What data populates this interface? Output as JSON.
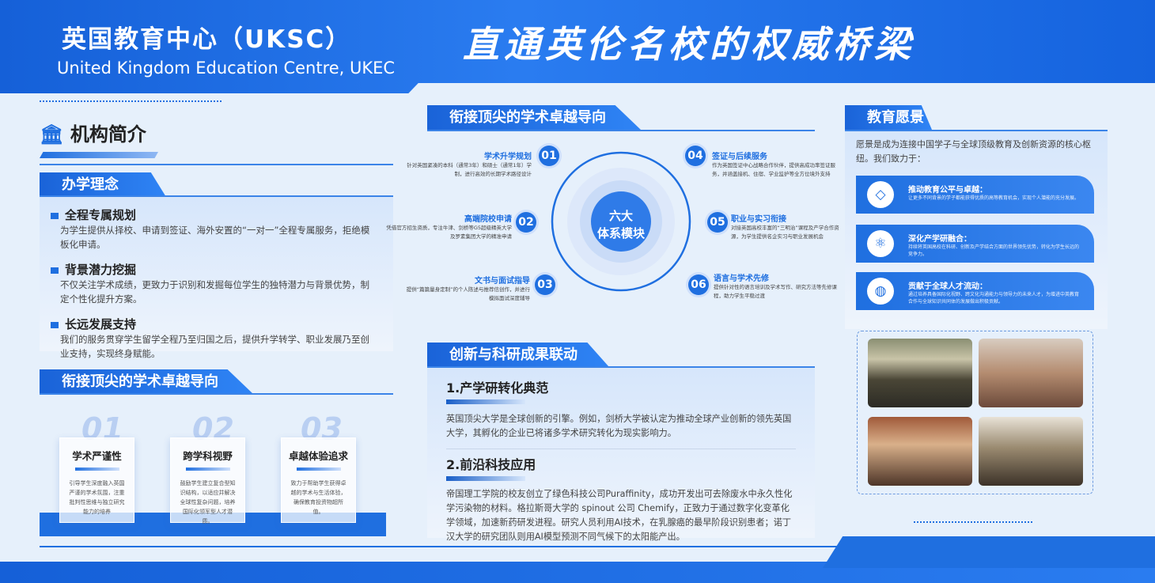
{
  "header": {
    "title": "英国教育中心（UKSC）",
    "subtitle": "United Kingdom Education Centre, UKEC",
    "slogan": "直通英伦名校的权威桥梁"
  },
  "left": {
    "section_title": "机构简介",
    "philosophy": {
      "heading": "办学理念",
      "items": [
        {
          "title": "全程专属规划",
          "desc": "为学生提供从择校、申请到签证、海外安置的“一对一”全程专属服务，拒绝模板化申请。"
        },
        {
          "title": "背景潜力挖掘",
          "desc": "不仅关注学术成绩，更致力于识别和发掘每位学生的独特潜力与背景优势，制定个性化提升方案。"
        },
        {
          "title": "长远发展支持",
          "desc": "我们的服务贯穿学生留学全程乃至归国之后，提供升学转学、职业发展乃至创业支持，实现终身赋能。"
        }
      ]
    },
    "excellence": {
      "heading": "衔接顶尖的学术卓越导向",
      "cards": [
        {
          "num": "01",
          "title": "学术严谨性",
          "desc": "引导学生深度融入英国严谨的学术氛围，注重批判性思维与独立研究能力的培养"
        },
        {
          "num": "02",
          "title": "跨学科视野",
          "desc": "鼓励学生建立复合型知识结构，以适应并解决全球性复杂问题，培养国际化领军型人才潜质。"
        },
        {
          "num": "03",
          "title": "卓越体验追求",
          "desc": "致力于帮助学生获得卓越的学术与生活体验，确保教育投资物超所值。"
        }
      ]
    }
  },
  "middle": {
    "heading": "衔接顶尖的学术卓越导向",
    "center": {
      "line1": "六大",
      "line2": "体系模块"
    },
    "modules": [
      {
        "num": "01",
        "title": "学术升学规划",
        "desc": "针对英国紧凑的本科（通常3年）和硕士（通常1年）学制，进行高效的长期学术路径设计"
      },
      {
        "num": "02",
        "title": "高端院校申请",
        "desc": "凭借官方招生资质，专注牛津、剑桥等G5超级精英大学及罗素集团大学的精准申请"
      },
      {
        "num": "03",
        "title": "文书与面试指导",
        "desc": "提供“篇篇量身定制”的个人陈述与推荐信创作，并进行模拟面试深度辅导"
      },
      {
        "num": "04",
        "title": "签证与后续服务",
        "desc": "作为英国签证中心战略合作伙伴，提供高成功率签证服务，并涵盖接机、住宿、学业监护等全方位境外支持"
      },
      {
        "num": "05",
        "title": "职业与实习衔接",
        "desc": "对接英国高校丰富的“三明治”课程及产学合作资源，为学生提供名企实习与职业发展机会"
      },
      {
        "num": "06",
        "title": "语言与学术先修",
        "desc": "提供针对性的语言培训及学术写作、研究方法等先修课程，助力学生平稳过渡"
      }
    ],
    "innovation": {
      "heading": "创新与科研成果联动",
      "sections": [
        {
          "title": "1.产学研转化典范",
          "desc": "英国顶尖大学是全球创新的引擎。例如，剑桥大学被认定为推动全球产业创新的领先英国大学，其孵化的企业已将诸多学术研究转化为现实影响力。"
        },
        {
          "title": "2.前沿科技应用",
          "desc": "帝国理工学院的校友创立了绿色科技公司Puraffinity，成功开发出可去除废水中永久性化学污染物的材料。格拉斯哥大学的 spinout 公司 Chemify，正致力于通过数字化变革化学领域，加速新药研发进程。研究人员利用AI技术，在乳腺癌的最早阶段识别患者；诺丁汉大学的研究团队则用AI模型预测不同气候下的太阳能产出。"
        }
      ]
    }
  },
  "right": {
    "heading": "教育愿景",
    "intro": "愿景是成为连接中国学子与全球顶级教育及创新资源的核心枢纽。我们致力于：",
    "goals": [
      {
        "icon": "diamond-icon",
        "title": "推动教育公平与卓越：",
        "desc": "让更多不同背景的学子都能获得优质的高等教育机会，实现个人潜能的充分发展。"
      },
      {
        "icon": "atom-icon",
        "title": "深化产学研融合：",
        "desc": "持续将英国高校在科研、创新及产学结合方面的世界领先优势，转化为学生长远的竞争力。"
      },
      {
        "icon": "globe-icon",
        "title": "贡献于全球人才流动：",
        "desc": "通过培养具备国际化视野、跨文化沟通能力与领导力的未来人才，为增进中英教育合作与全球知识共同体的发展做出积极贡献。"
      }
    ]
  },
  "colors": {
    "primary": "#1f6fe0",
    "background": "#e6f0fb"
  }
}
